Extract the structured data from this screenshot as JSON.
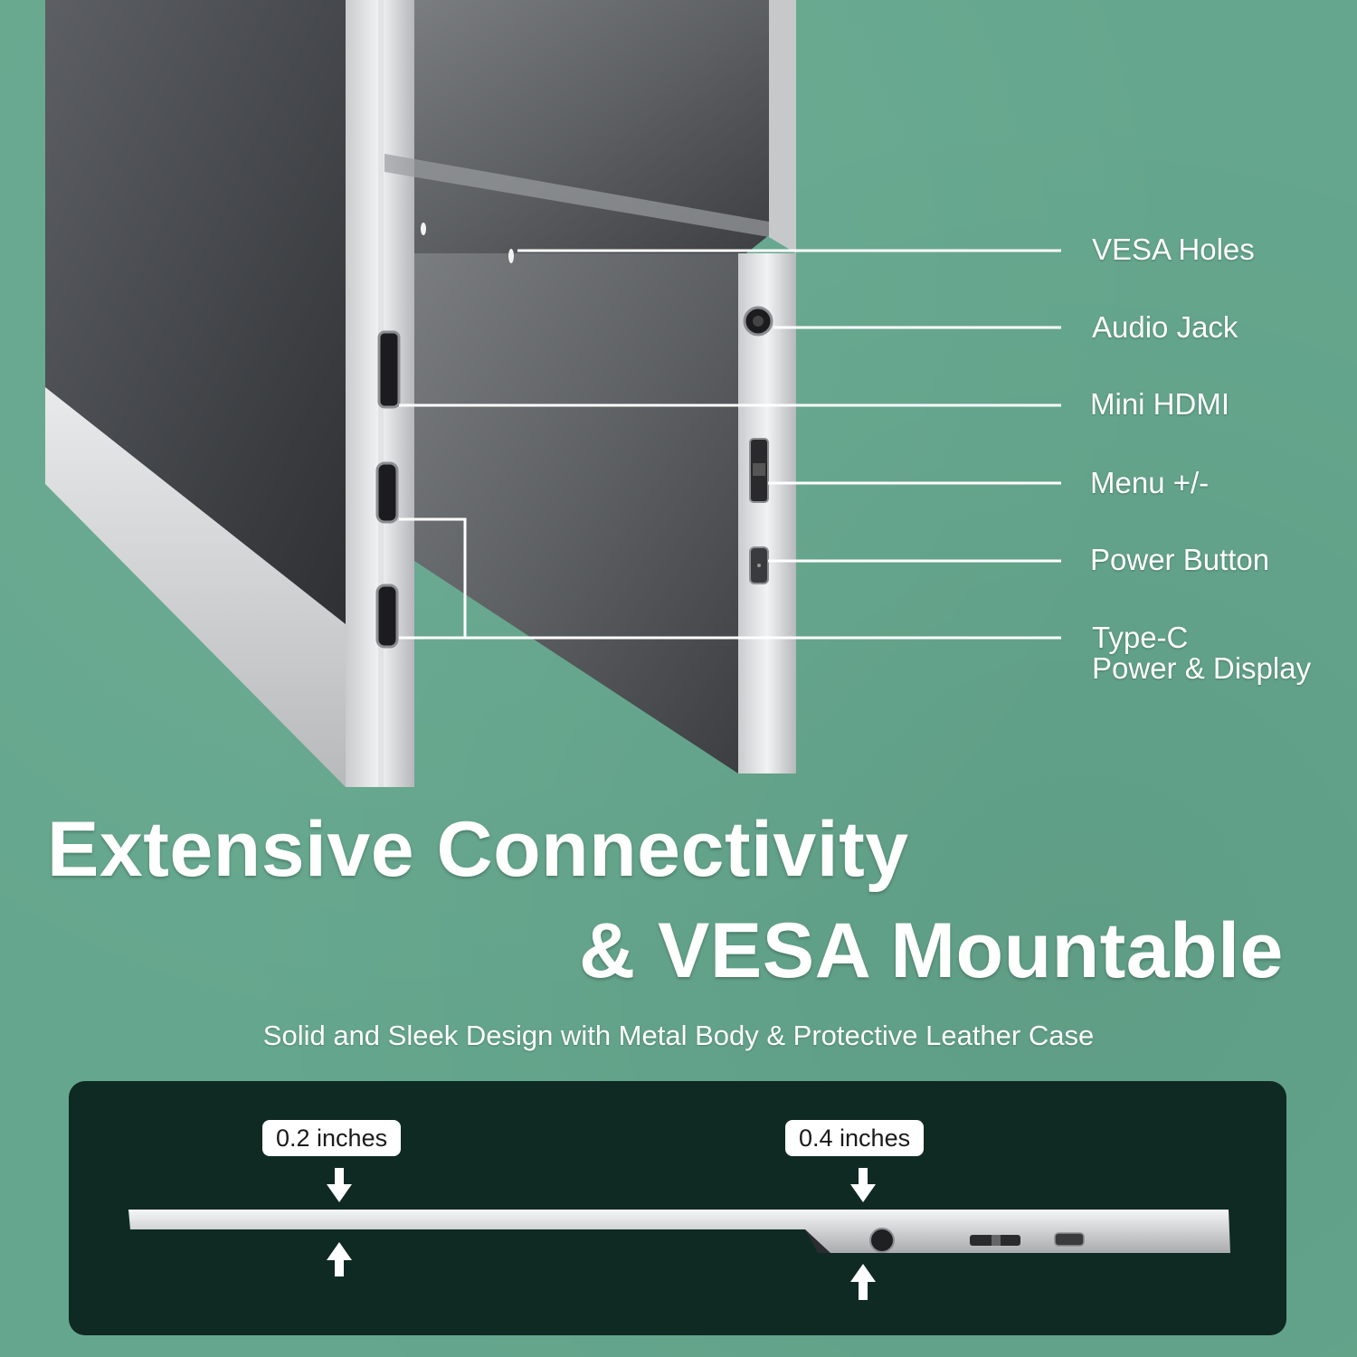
{
  "callouts": {
    "vesa_holes": "VESA Holes",
    "audio_jack": "Audio Jack",
    "mini_hdmi": "Mini HDMI",
    "menu": "Menu +/-",
    "power_button": "Power Button",
    "type_c_line1": "Type-C",
    "type_c_line2": "Power & Display"
  },
  "title": {
    "line1": "Extensive  Connectivity",
    "line2": "& VESA Mountable"
  },
  "subtitle": "Solid and Sleek Design with Metal Body & Protective Leather Case",
  "dimensions": {
    "thin_edge": "0.2 inches",
    "thick_edge": "0.4 inches"
  },
  "colors": {
    "background": "#65a78e",
    "panel": "#0f2a22",
    "text": "#ffffff"
  }
}
